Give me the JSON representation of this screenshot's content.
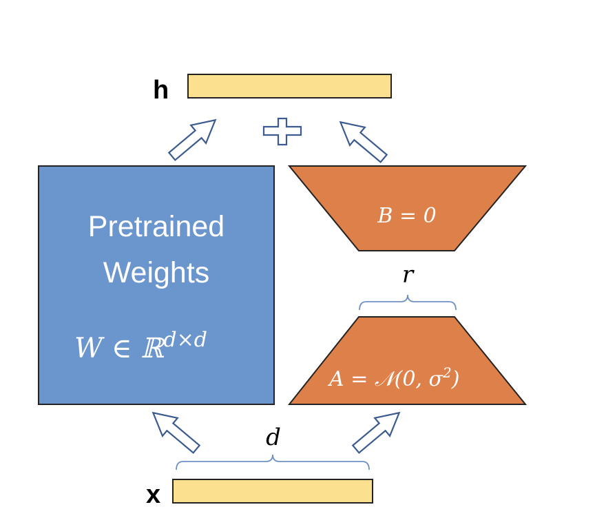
{
  "labels": {
    "h": "h",
    "x": "x",
    "pretrained_line1": "Pretrained",
    "pretrained_line2": "Weights",
    "w_base": "W ∈ ℝ",
    "w_exp": "d×d",
    "b_eq": "B = 0",
    "a_base": "A = 𝒩(0, σ",
    "a_exp": "2",
    "a_close": ")",
    "r": "r",
    "d": "d"
  },
  "colors": {
    "vector_fill": "#fbe08f",
    "weights_fill": "#6b96cd",
    "adapter_fill": "#de8049",
    "arrow_stroke": "#3b5a8f",
    "brace_stroke": "#6d90c3",
    "white_text": "#ffffff"
  },
  "icons": {
    "plus": "plus-icon",
    "arrow": "outlined-arrow-icon",
    "brace": "curly-brace-icon"
  }
}
